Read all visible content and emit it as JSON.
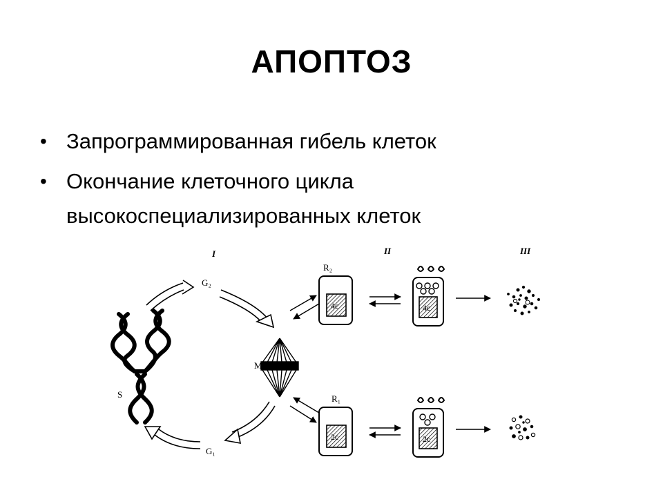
{
  "title": "АПОПТОЗ",
  "bullets": [
    "Запрограммированная гибель клеток",
    "Окончание клеточного цикла высокоспециализированных клеток"
  ],
  "diagram": {
    "stage_labels": [
      "I",
      "II",
      "III"
    ],
    "phase_labels": {
      "g2": "G₂",
      "g1": "G₁",
      "s": "S",
      "m": "M"
    },
    "cell_labels": {
      "r2": "R₂",
      "r1": "R₁"
    },
    "nucleus_labels": {
      "top": "4c",
      "bottom": "2c"
    }
  }
}
